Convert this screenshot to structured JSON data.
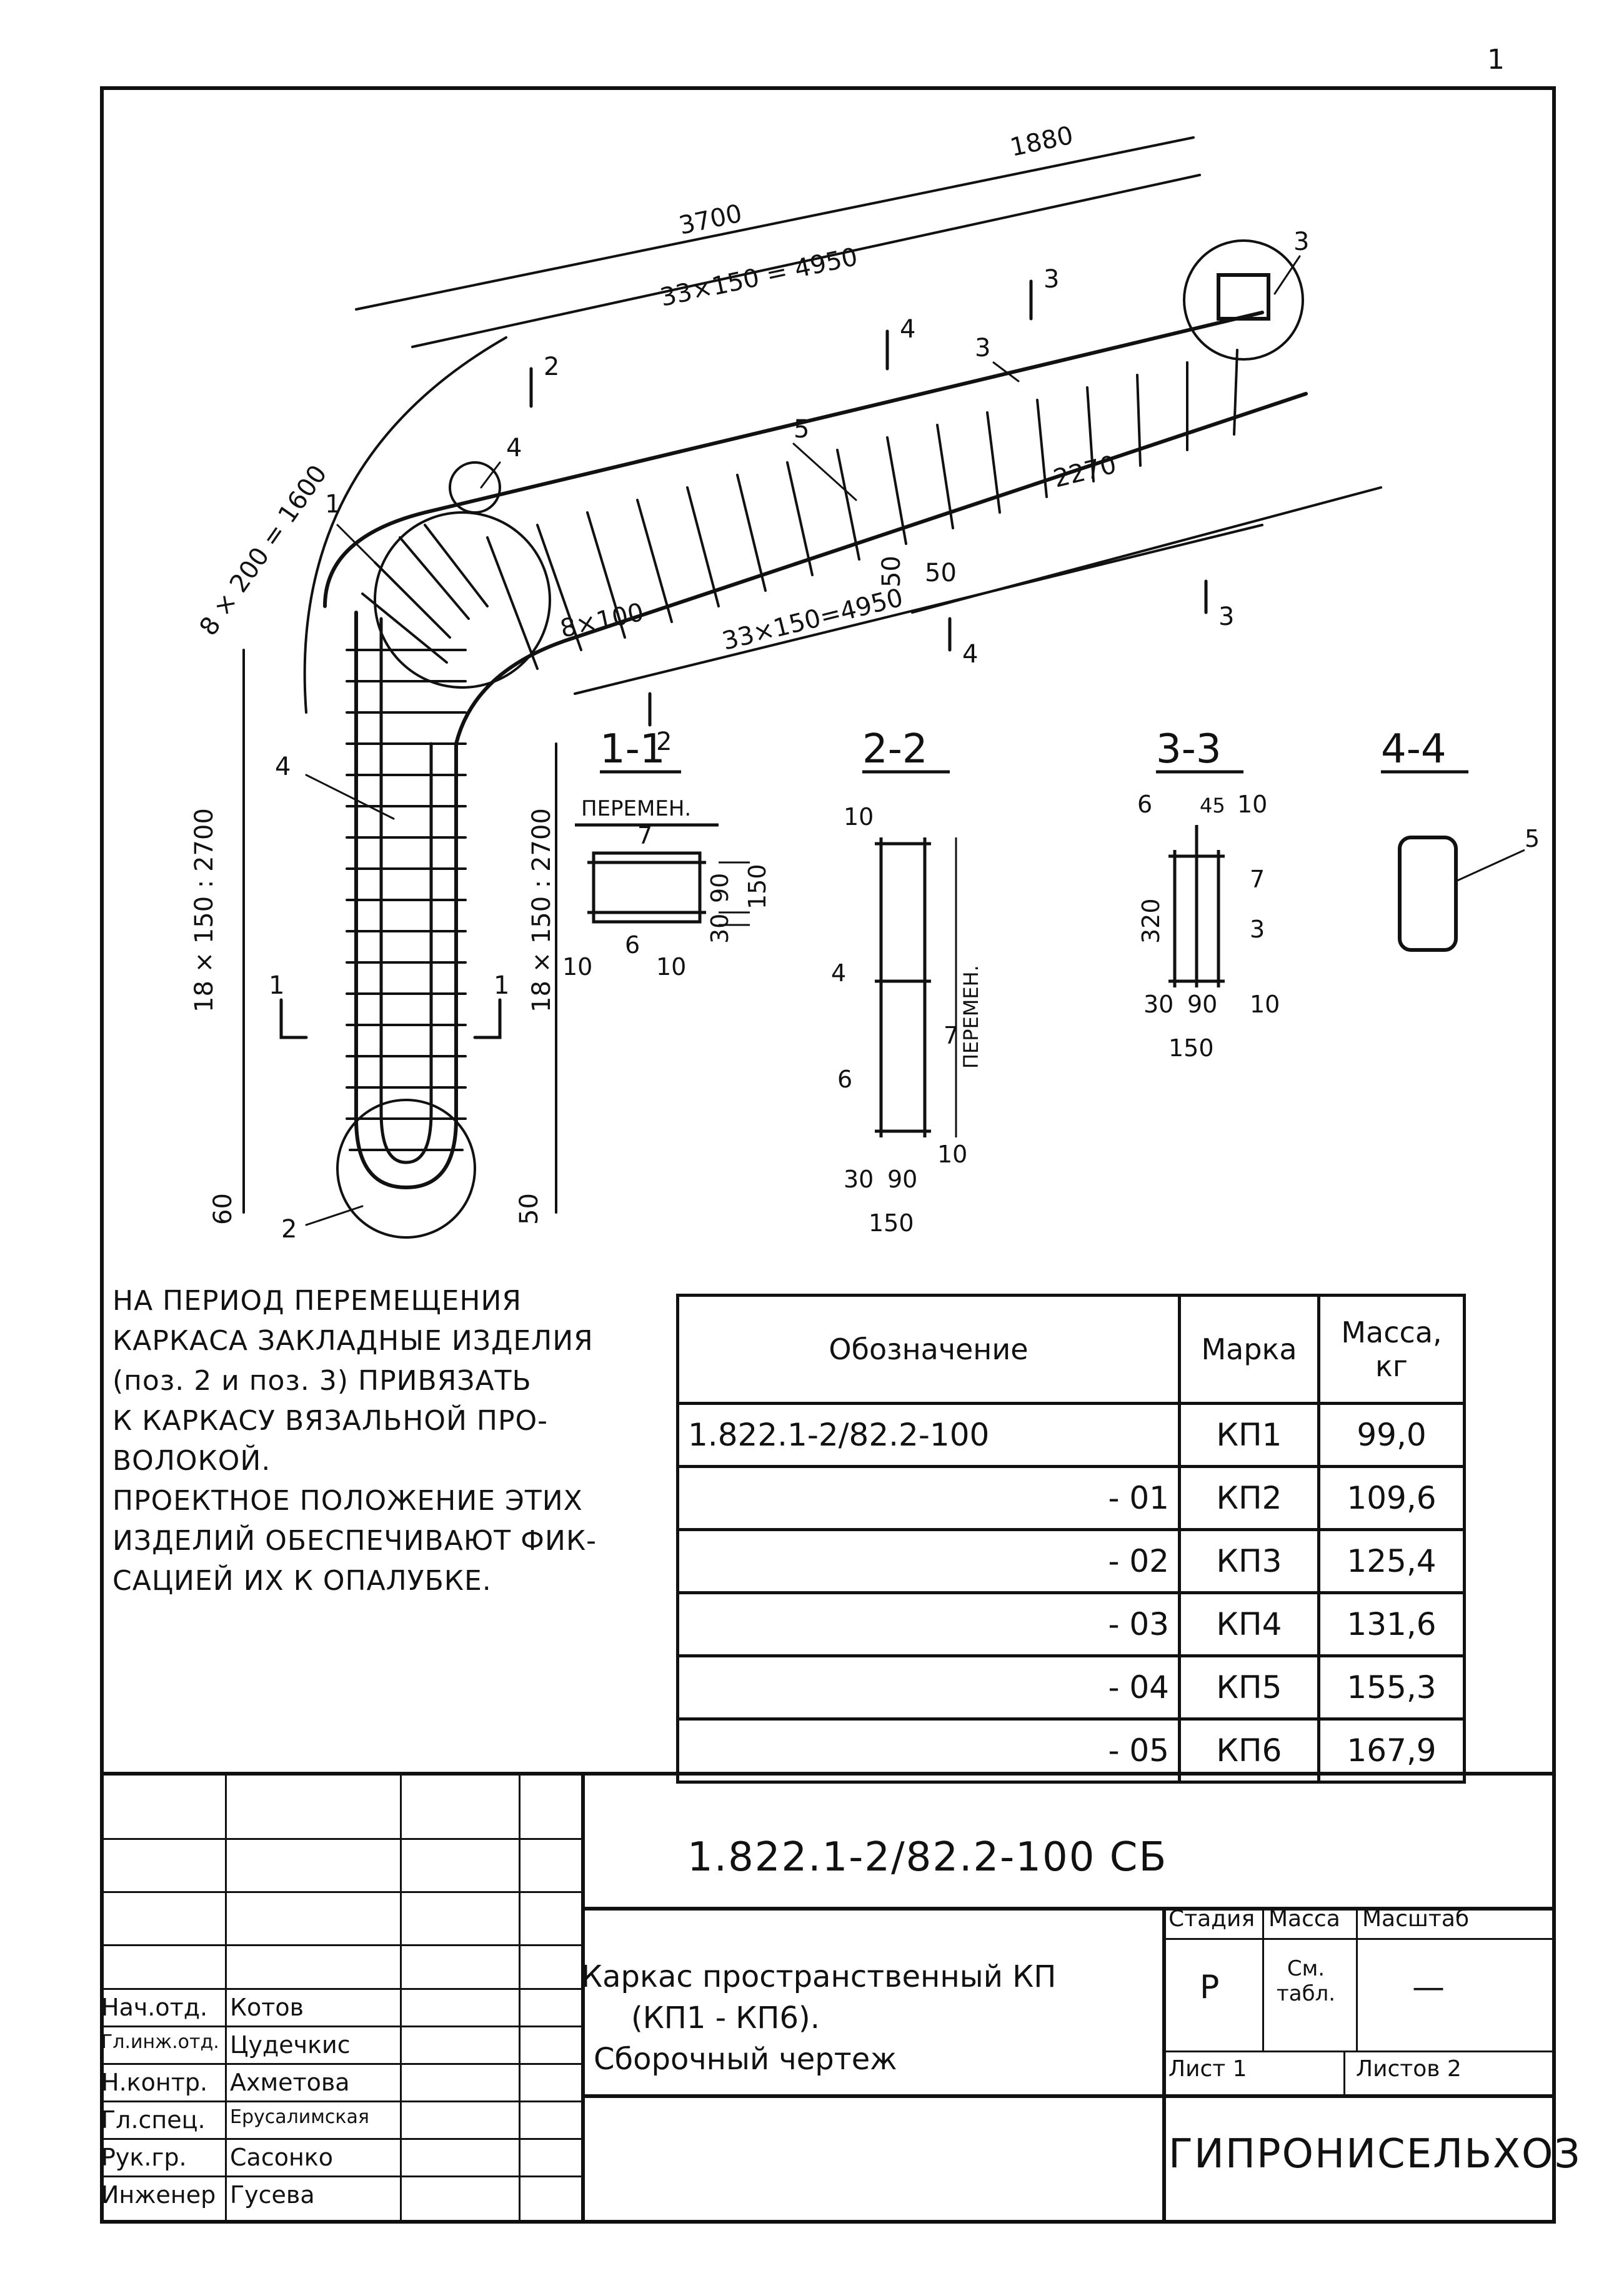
{
  "corner_mark": "1",
  "drawing": {
    "dims": {
      "d3700": "3700",
      "d1880": "1880",
      "d33top": "33×150 = 4950",
      "d33bot": "33×150=4950",
      "d2270": "2270",
      "d8200": "8 × 200 = 1600",
      "d8100": "8×100",
      "d18l": "18 × 150 : 2700",
      "d18r": "18 × 150 : 2700",
      "d60": "60",
      "d50": "50",
      "d50a": "50",
      "d50b": "50"
    },
    "pos_labels": {
      "p1": "1",
      "p2": "2",
      "p3a": "3",
      "p3b": "3",
      "p4a": "4",
      "p4b": "4",
      "p5": "5"
    },
    "cuts": {
      "c2a": "2",
      "c2b": "2",
      "c3a": "3",
      "c3b": "3",
      "c4a": "4",
      "c4b": "4",
      "c1a": "1",
      "c1b": "1"
    }
  },
  "sections": {
    "s11": {
      "title": "1-1",
      "perem": "ПЕРЕМЕН.",
      "labels": [
        "7",
        "10",
        "6",
        "10"
      ],
      "dims": [
        "90",
        "150",
        "30"
      ]
    },
    "s22": {
      "title": "2-2",
      "perem": "ПЕРЕМЕН.",
      "labels": [
        "10",
        "4",
        "6",
        "7",
        "10"
      ],
      "dims": [
        "30",
        "90",
        "150"
      ]
    },
    "s33": {
      "title": "3-3",
      "labels": [
        "6",
        "10",
        "7",
        "3",
        "10",
        "45"
      ],
      "dims": [
        "320",
        "30",
        "90",
        "150"
      ]
    },
    "s44": {
      "title": "4-4",
      "labels": [
        "5"
      ]
    }
  },
  "notes": [
    "НА ПЕРИОД ПЕРЕМЕЩЕНИЯ",
    "КАРКАСА ЗАКЛАДНЫЕ ИЗДЕЛИЯ",
    "(поз. 2 и поз. 3) ПРИВЯЗАТЬ",
    "К КАРКАСУ ВЯЗАЛЬНОЙ ПРО-",
    "ВОЛОКОЙ.",
    "ПРОЕКТНОЕ ПОЛОЖЕНИЕ ЭТИХ",
    "ИЗДЕЛИЙ ОБЕСПЕЧИВАЮТ ФИК-",
    "САЦИЕЙ ИХ К ОПАЛУБКЕ."
  ],
  "table": {
    "headers": [
      "Обозначение",
      "Марка",
      "Масса, кг"
    ],
    "rows": [
      {
        "des": "1.822.1-2/82.2-100",
        "mark": "КП1",
        "mass": "99,0"
      },
      {
        "des": "- 01",
        "mark": "КП2",
        "mass": "109,6"
      },
      {
        "des": "- 02",
        "mark": "КП3",
        "mass": "125,4"
      },
      {
        "des": "- 03",
        "mark": "КП4",
        "mass": "131,6"
      },
      {
        "des": "- 04",
        "mark": "КП5",
        "mass": "155,3"
      },
      {
        "des": "- 05",
        "mark": "КП6",
        "mass": "167,9"
      }
    ]
  },
  "stamp": {
    "code": "1.822.1-2/82.2-100 СБ",
    "title": [
      "Каркас пространственный КП",
      "(КП1 - КП6).",
      "Сборочный чертеж"
    ],
    "stage_label": "Стадия",
    "mass_label": "Масса",
    "scale_label": "Масштаб",
    "stage": "Р",
    "mass": "См. табл.",
    "scale": "—",
    "sheet": "Лист 1",
    "sheets": "Листов 2",
    "org": "ГИПРОНИСЕЛЬХОЗ",
    "people": [
      {
        "role": "Нач.отд.",
        "name": "Котов"
      },
      {
        "role": "Гл.инж.отд.",
        "name": "Цудечкис"
      },
      {
        "role": "Н.контр.",
        "name": "Ахметова"
      },
      {
        "role": "Гл.спец.",
        "name": "Ерусалимская"
      },
      {
        "role": "Рук.гр.",
        "name": "Сасонко"
      },
      {
        "role": "Инженер",
        "name": "Гусева"
      }
    ]
  }
}
